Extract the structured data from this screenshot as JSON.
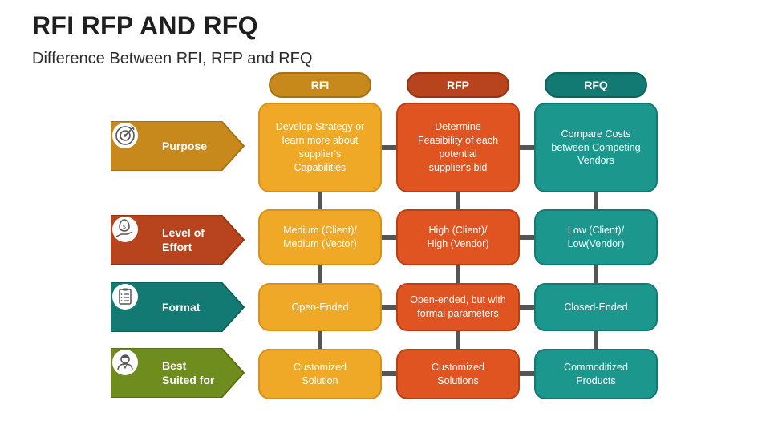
{
  "title": "RFI RFP AND RFQ",
  "subtitle": "Difference Between RFI, RFP and RFQ",
  "columns": [
    {
      "label": "RFI"
    },
    {
      "label": "RFP"
    },
    {
      "label": "RFQ"
    }
  ],
  "rows": [
    {
      "label": "Purpose",
      "icon": "target-icon",
      "color": "#c7891c"
    },
    {
      "label": "Level of\nEffort",
      "icon": "money-hand-icon",
      "color": "#b7441c"
    },
    {
      "label": "Format",
      "icon": "checklist-icon",
      "color": "#137a73"
    },
    {
      "label": "Best\nSuited for",
      "icon": "person-icon",
      "color": "#6f8c1e"
    }
  ],
  "cells": [
    [
      "Develop Strategy or\nlearn more about\nsupplier's\nCapabilities",
      "Determine\nFeasibility of each\npotential\nsupplier's bid",
      "Compare Costs\nbetween Competing\nVendors"
    ],
    [
      "Medium (Client)/\nMedium (Vector)",
      "High (Client)/\nHigh (Vendor)",
      "Low (Client)/\nLow(Vendor)"
    ],
    [
      "Open-Ended",
      "Open-ended, but with\nformal parameters",
      "Closed-Ended"
    ],
    [
      "Customized\nSolution",
      "Customized\nSolutions",
      "Commoditized\nProducts"
    ]
  ]
}
